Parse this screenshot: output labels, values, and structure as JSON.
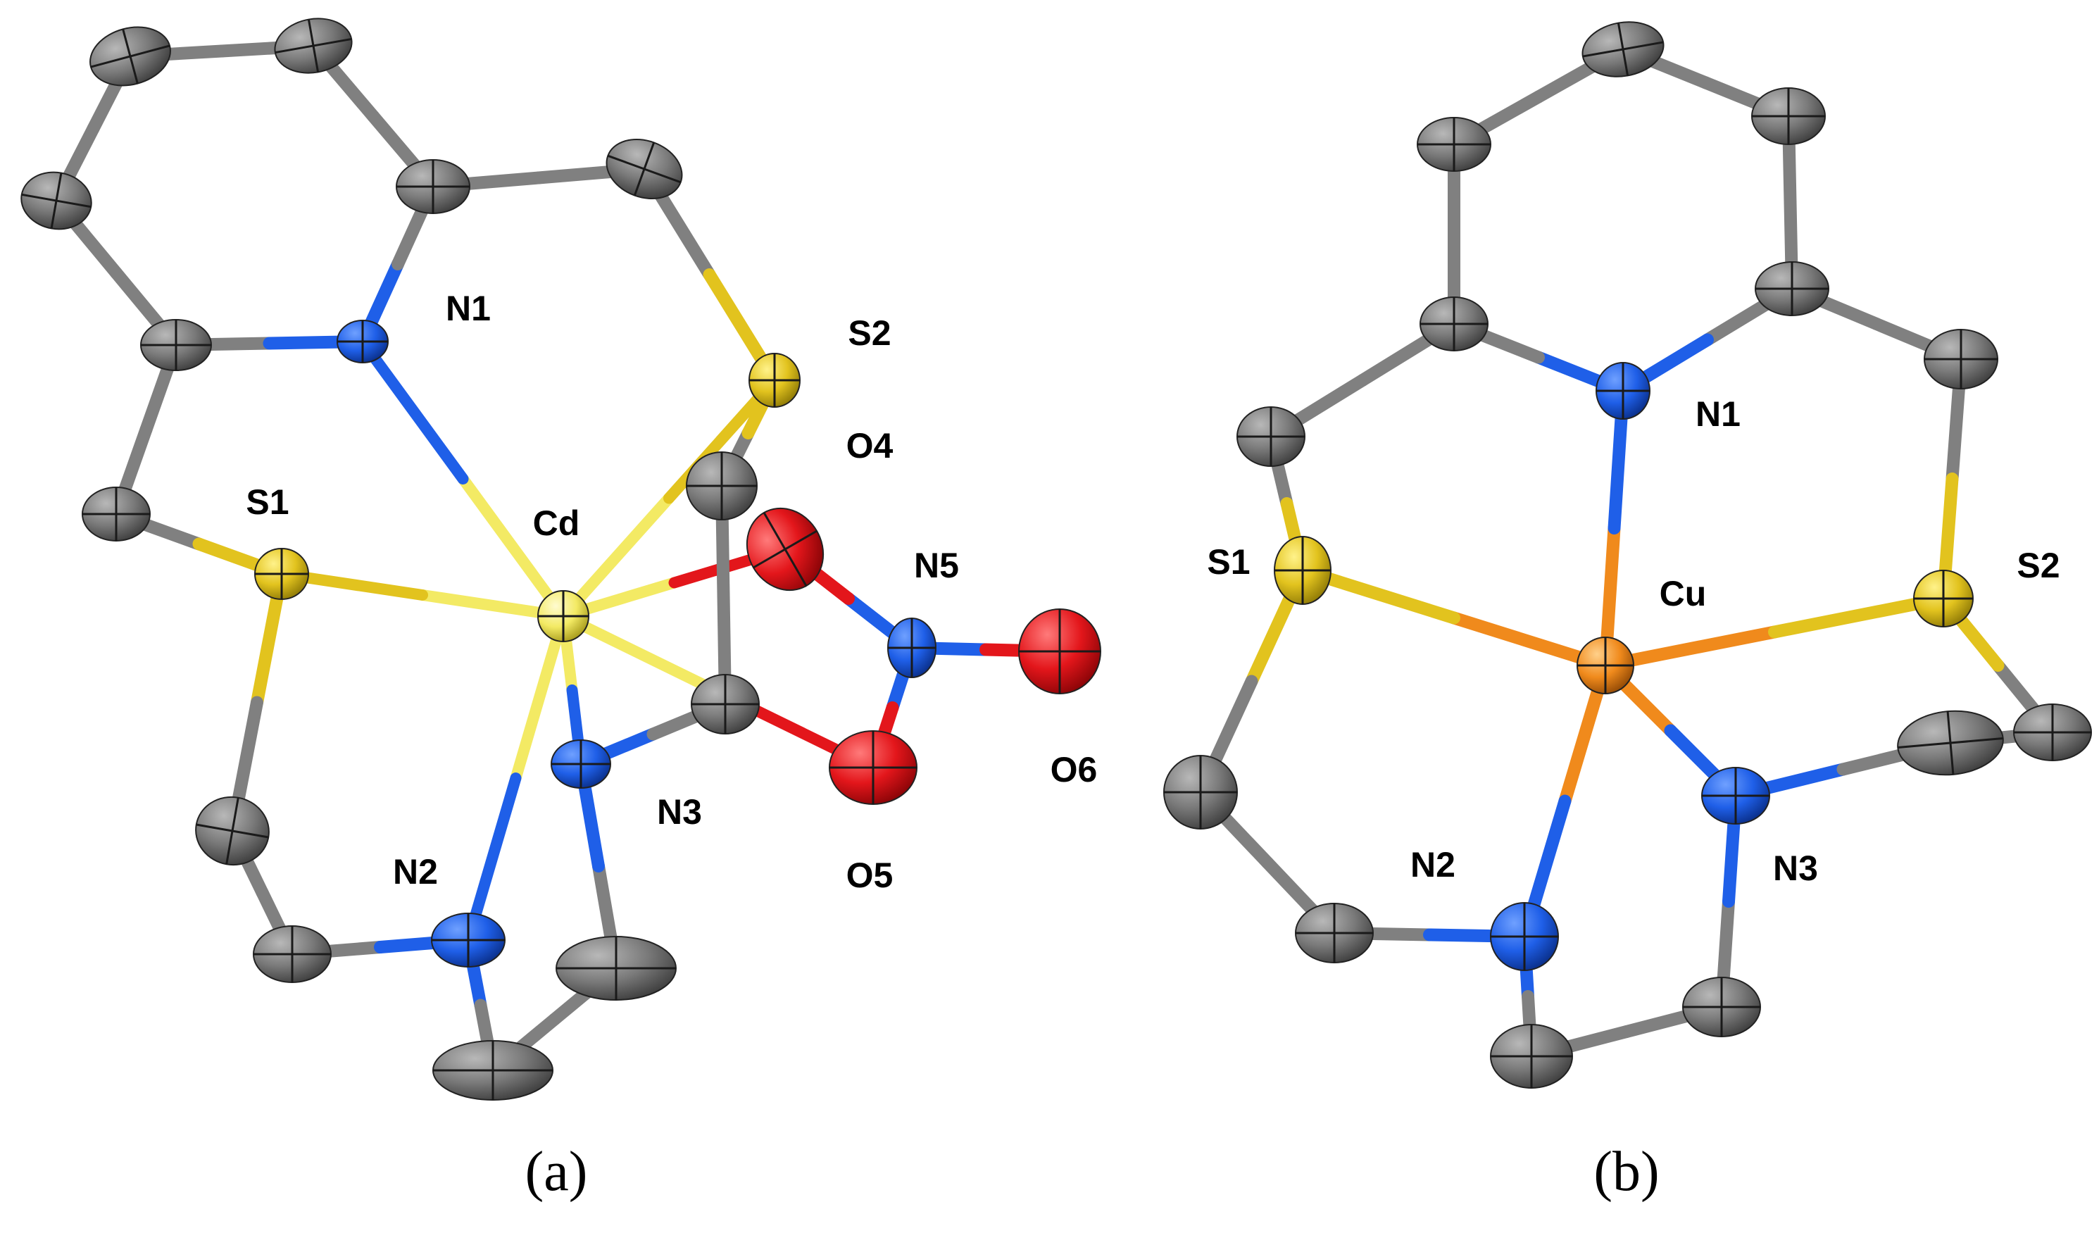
{
  "panels": [
    {
      "id": "a",
      "caption": "(a)",
      "metal": "Cd",
      "atom_labels": {
        "N1": "N1",
        "S1": "S1",
        "S2": "S2",
        "Cd": "Cd",
        "O4": "O4",
        "N5": "N5",
        "O6": "O6",
        "N3": "N3",
        "N2": "N2",
        "O5": "O5"
      }
    },
    {
      "id": "b",
      "caption": "(b)",
      "metal": "Cu",
      "atom_labels": {
        "N1": "N1",
        "S1": "S1",
        "S2": "S2",
        "Cu": "Cu",
        "N2": "N2",
        "N3": "N3"
      }
    }
  ],
  "colors": {
    "carbon": "#808080",
    "nitrogen": "#1f5fe8",
    "sulfur": "#e2c31e",
    "oxygen": "#e3161b",
    "cadmium": "#f3ea64",
    "copper": "#f08a1c"
  }
}
